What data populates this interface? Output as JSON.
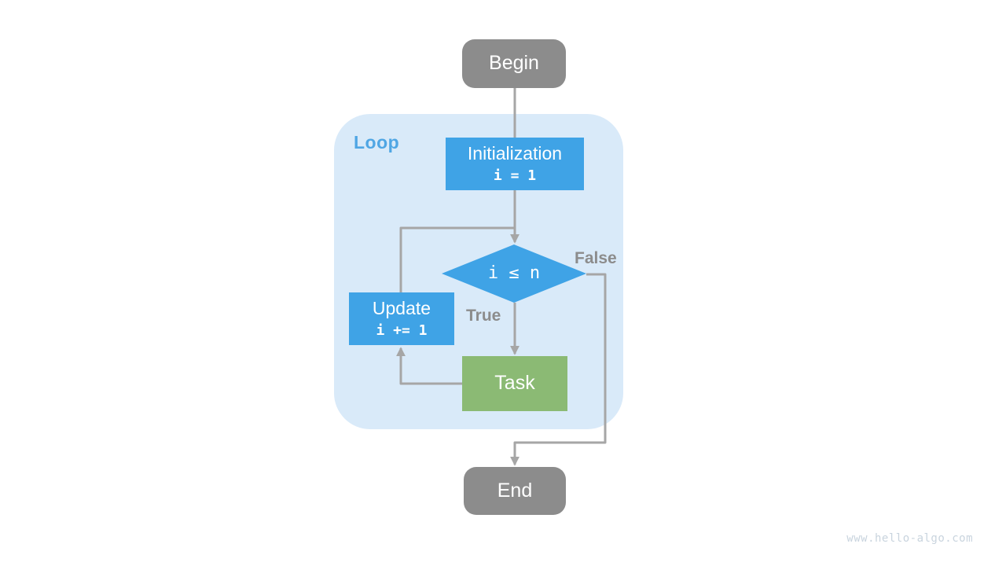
{
  "colors": {
    "terminal_fill": "#8C8C8C",
    "process_fill": "#3FA3E6",
    "decision_fill": "#3FA3E6",
    "task_fill": "#8BBA74",
    "loop_bg": "#D9EAF9",
    "loop_label": "#4FA6E4",
    "edge": "#A6A6A6",
    "edge_label": "#8C8C8C",
    "node_text": "#FFFFFF",
    "watermark": "#C9D4DE",
    "canvas_bg": "#FFFFFF"
  },
  "diagram": {
    "loop_label": "Loop",
    "nodes": {
      "begin": {
        "label": "Begin"
      },
      "initialization": {
        "label": "Initialization",
        "code": "i = 1"
      },
      "condition": {
        "label": "i ≤ n"
      },
      "task": {
        "label": "Task"
      },
      "update": {
        "label": "Update",
        "code": "i += 1"
      },
      "end": {
        "label": "End"
      }
    },
    "edge_labels": {
      "true": "True",
      "false": "False"
    }
  },
  "watermark": "www.hello-algo.com"
}
